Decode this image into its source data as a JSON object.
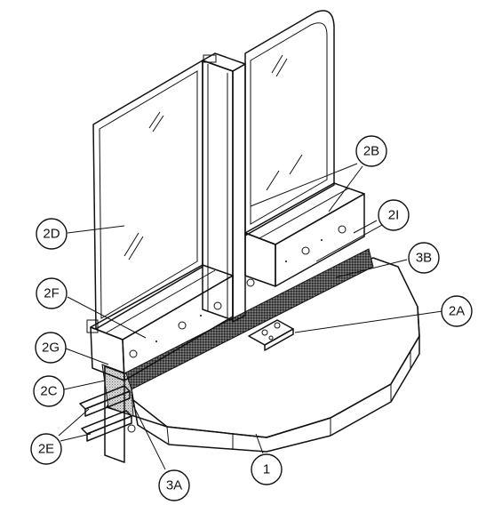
{
  "callouts": [
    {
      "id": "2D",
      "label": "2D"
    },
    {
      "id": "2B",
      "label": "2B"
    },
    {
      "id": "2I",
      "label": "2I"
    },
    {
      "id": "3B",
      "label": "3B"
    },
    {
      "id": "2F",
      "label": "2F"
    },
    {
      "id": "2A",
      "label": "2A"
    },
    {
      "id": "2G",
      "label": "2G"
    },
    {
      "id": "2C",
      "label": "2C"
    },
    {
      "id": "2E",
      "label": "2E"
    },
    {
      "id": "3A",
      "label": "3A"
    },
    {
      "id": "1",
      "label": "1"
    }
  ],
  "colors": {
    "line": "#111111",
    "glass_fill": "#ffffff",
    "concrete_fill": "#f1f1f1",
    "mesh_fill": "#3a3a3a"
  }
}
